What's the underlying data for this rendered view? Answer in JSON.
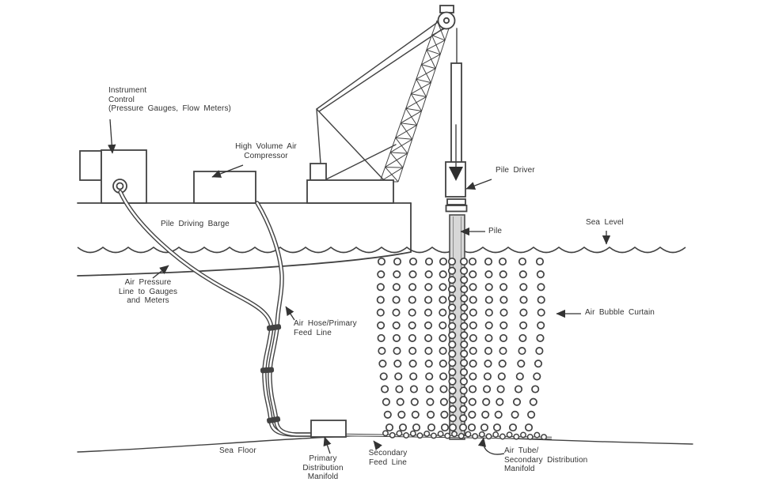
{
  "colors": {
    "background": "#ffffff",
    "line": "#424242",
    "text": "#333333",
    "pile_fill": "#d7d7d7",
    "pile_cap_fill": "#8f8f8f"
  },
  "diagram": {
    "labels": {
      "instrument_control": "Instrument\nControl\n(Pressure Gauges, Flow Meters)",
      "high_volume_air_compressor": "High Volume Air\nCompressor",
      "pile_driving_barge": "Pile Driving Barge",
      "pile_driver": "Pile Driver",
      "pile": "Pile",
      "sea_level": "Sea Level",
      "air_pressure_line": "Air Pressure\nLine to Gauges\nand Meters",
      "air_hose_primary_feed_line": "Air Hose/Primary\nFeed Line",
      "air_bubble_curtain": "Air Bubble Curtain",
      "sea_floor": "Sea Floor",
      "primary_distribution_manifold": "Primary\nDistribution\nManifold",
      "secondary_feed_line": "Secondary\nFeed Line",
      "air_tube_secondary_distribution_manifold": "Air Tube/\nSecondary Distribution\nManifold"
    }
  }
}
